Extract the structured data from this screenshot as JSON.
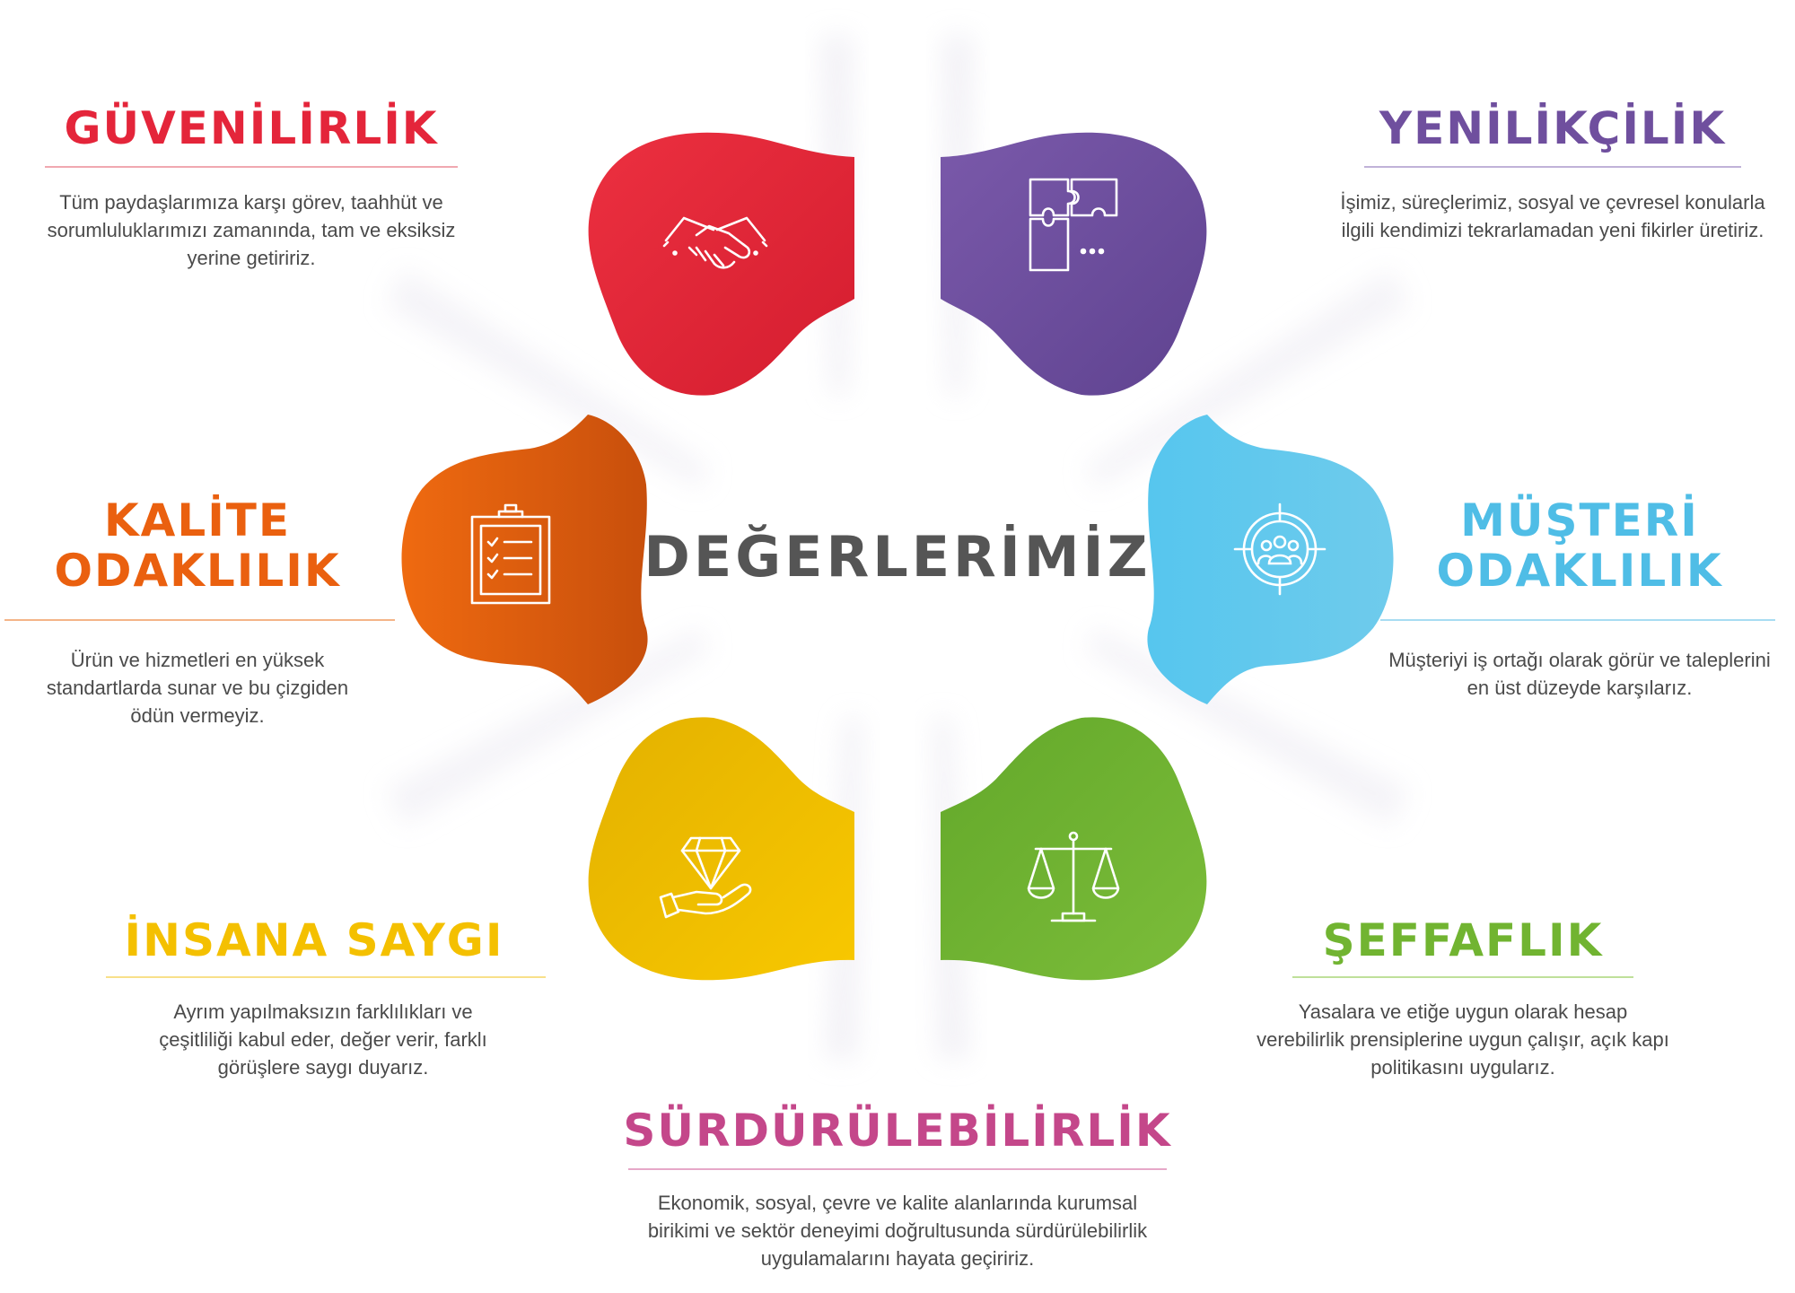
{
  "center": {
    "title": "DEĞERLERİMİZ"
  },
  "values": [
    {
      "id": "guvenilirlik",
      "title": "GÜVENİLİRLİK",
      "title_line2": "",
      "color": "#e4253a",
      "icon": "handshake-icon",
      "description": "Tüm paydaşlarımıza karşı görev, taahhüt ve sorumluluklarımızı zamanında, tam ve eksiksiz yerine getiririz."
    },
    {
      "id": "yenilikcilik",
      "title": "YENİLİKÇİLİK",
      "title_line2": "",
      "color": "#6f4f9e",
      "icon": "puzzle-icon",
      "description": "İşimiz, süreçlerimiz, sosyal ve çevresel konularla ilgili kendimizi tekrarlamadan yeni fikirler üretiriz."
    },
    {
      "id": "kalite",
      "title": "KALİTE",
      "title_line2": "ODAKLILIK",
      "color": "#ea600f",
      "icon": "clipboard-checklist-icon",
      "description": "Ürün ve hizmetleri en yüksek standartlarda sunar ve bu çizgiden ödün vermeyiz."
    },
    {
      "id": "musteri",
      "title": "MÜŞTERİ",
      "title_line2": "ODAKLILIK",
      "color": "#4fbde6",
      "icon": "target-customers-icon",
      "description": "Müşteriyi iş ortağı olarak görür ve taleplerini en üst düzeyde karşılarız."
    },
    {
      "id": "insana-saygi",
      "title": "İNSANA SAYGI",
      "title_line2": "",
      "color": "#f4c000",
      "icon": "diamond-hand-icon",
      "description": "Ayrım yapılmaksızın farklılıkları ve çeşitliliği kabul eder, değer verir, farklı görüşlere saygı duyarız."
    },
    {
      "id": "seffaflik",
      "title": "ŞEFFAFLIK",
      "title_line2": "",
      "color": "#71b431",
      "icon": "scales-icon",
      "description": "Yasalara ve etiğe uygun olarak hesap verebilirlik prensiplerine uygun çalışır, açık kapı politikasını uygularız."
    },
    {
      "id": "surdurulebilirlik",
      "title": "SÜRDÜRÜLEBİLİRLİK",
      "title_line2": "",
      "color": "#c4478a",
      "icon": "",
      "description": "Ekonomik, sosyal, çevre ve kalite alanlarında kurumsal birikimi ve sektör deneyimi doğrultusunda sürdürülebilirlik uygulamalarını hayata geçiririz."
    }
  ]
}
